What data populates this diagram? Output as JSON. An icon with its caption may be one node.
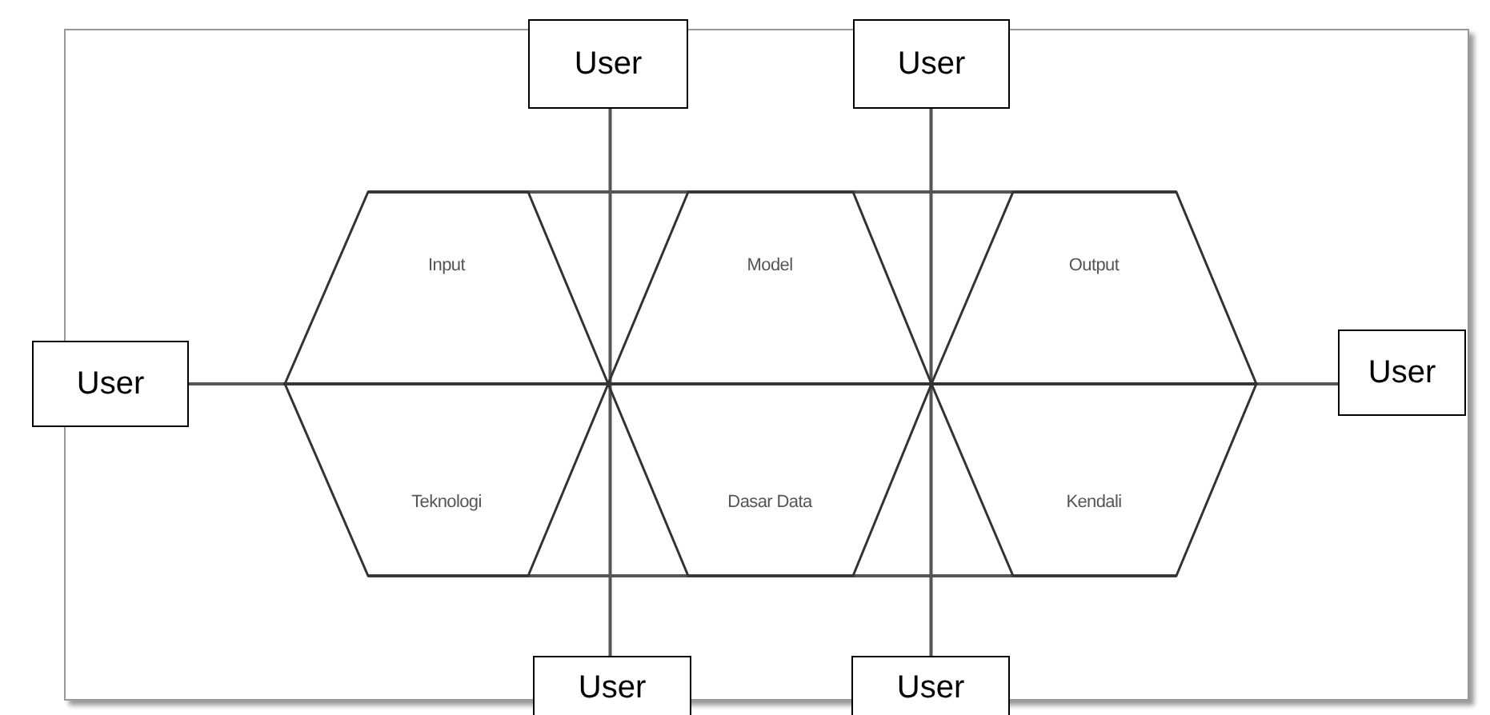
{
  "diagram": {
    "nodes": [
      {
        "text": [
          "User"
        ]
      },
      {
        "text": [
          "User"
        ]
      },
      {
        "text": [
          "Input"
        ]
      },
      {
        "text": [
          "Model"
        ]
      },
      {
        "text": [
          "Output"
        ]
      },
      {
        "text": [
          "User"
        ]
      },
      {
        "text": [
          "User"
        ]
      },
      {
        "text": [
          "Teknologi"
        ]
      },
      {
        "text": [
          "Dasar Data"
        ]
      },
      {
        "text": [
          "Kendali"
        ]
      },
      {
        "text": [
          "User"
        ]
      },
      {
        "text": [
          "User"
        ]
      }
    ],
    "edges": [
      {
        "from": 5,
        "to": 6,
        "arrow": "none"
      },
      {
        "from": 0,
        "to": 10,
        "arrow": "none"
      },
      {
        "from": 1,
        "to": 11,
        "arrow": "none"
      }
    ]
  }
}
